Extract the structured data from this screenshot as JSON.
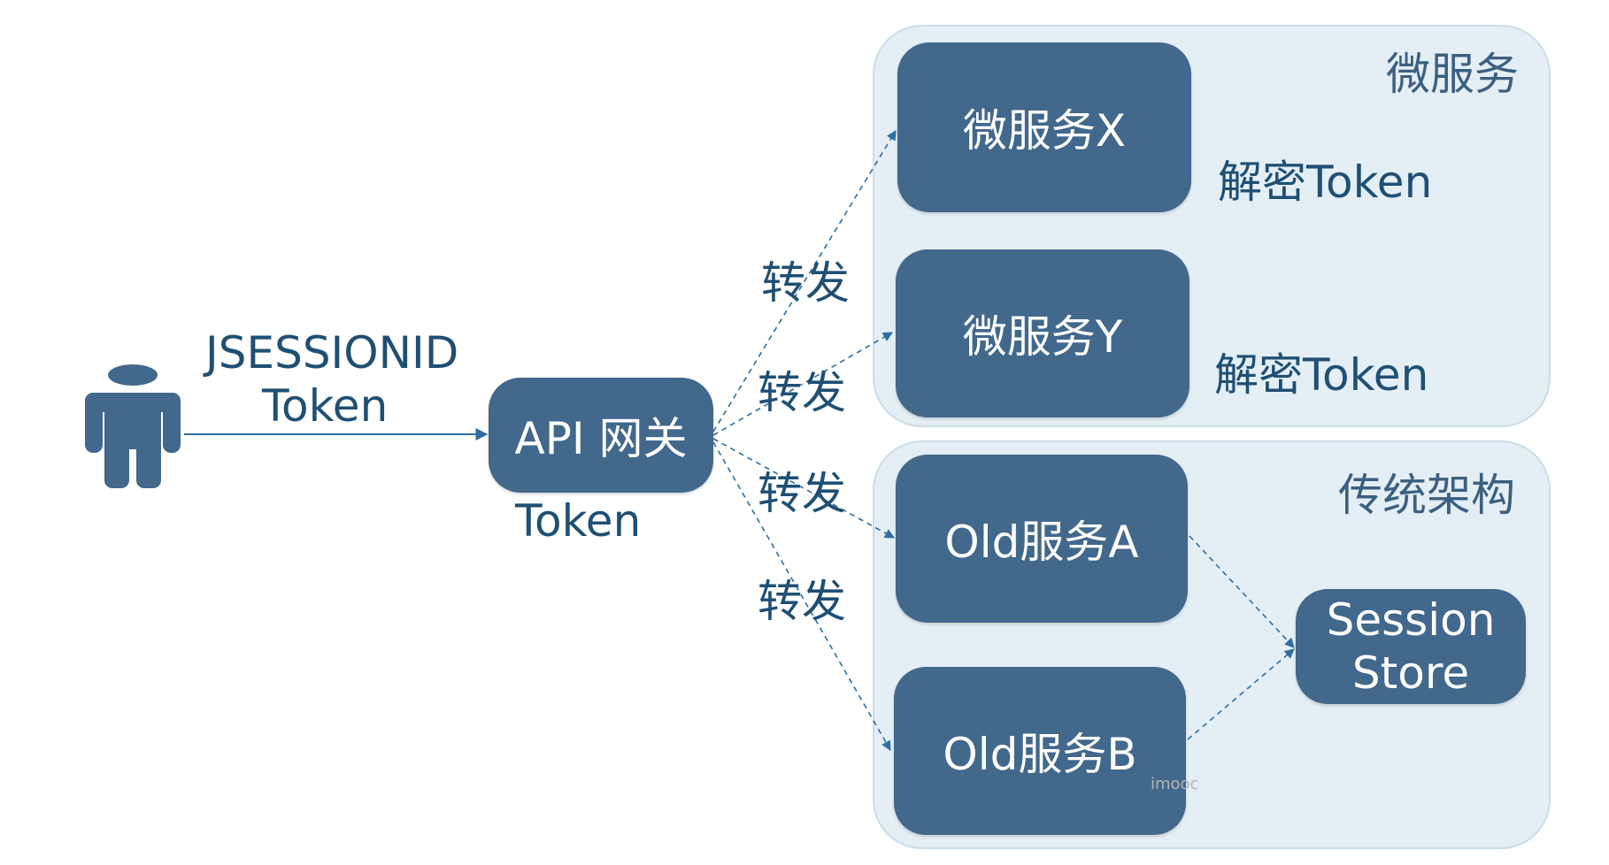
{
  "groups": {
    "microservices": {
      "title": "微服务"
    },
    "legacy": {
      "title": "传统架构"
    }
  },
  "nodes": {
    "gateway": "API 网关",
    "service_x": "微服务X",
    "service_y": "微服务Y",
    "old_a": "Old服务A",
    "old_b": "Old服务B",
    "session_store": {
      "line1": "Session",
      "line2": "Store"
    }
  },
  "labels": {
    "client_credential_line1": "JSESSIONID",
    "client_credential_line2": "Token",
    "gateway_token": "Token",
    "decrypt_x": "解密Token",
    "decrypt_y": "解密Token",
    "forward_1": "转发",
    "forward_2": "转发",
    "forward_3": "转发",
    "forward_4": "转发"
  },
  "watermark": "imooc",
  "colors": {
    "node_fill": "#42688c",
    "group_fill": "#e3eef5",
    "edge": "#2f6e9e",
    "label_text": "#1f4f73"
  }
}
